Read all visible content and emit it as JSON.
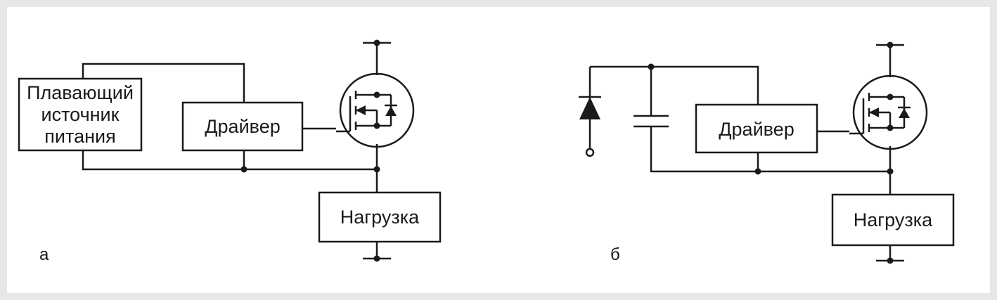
{
  "diagram_a": {
    "label": "а",
    "floating_supply": [
      "Плавающий",
      "источник",
      "питания"
    ],
    "driver": "Драйвер",
    "load": "Нагрузка"
  },
  "diagram_b": {
    "label": "б",
    "driver": "Драйвер",
    "load": "Нагрузка"
  },
  "colors": {
    "line": "#1a1a1a",
    "frame": "#e6e7e8",
    "background": "#ffffff"
  }
}
